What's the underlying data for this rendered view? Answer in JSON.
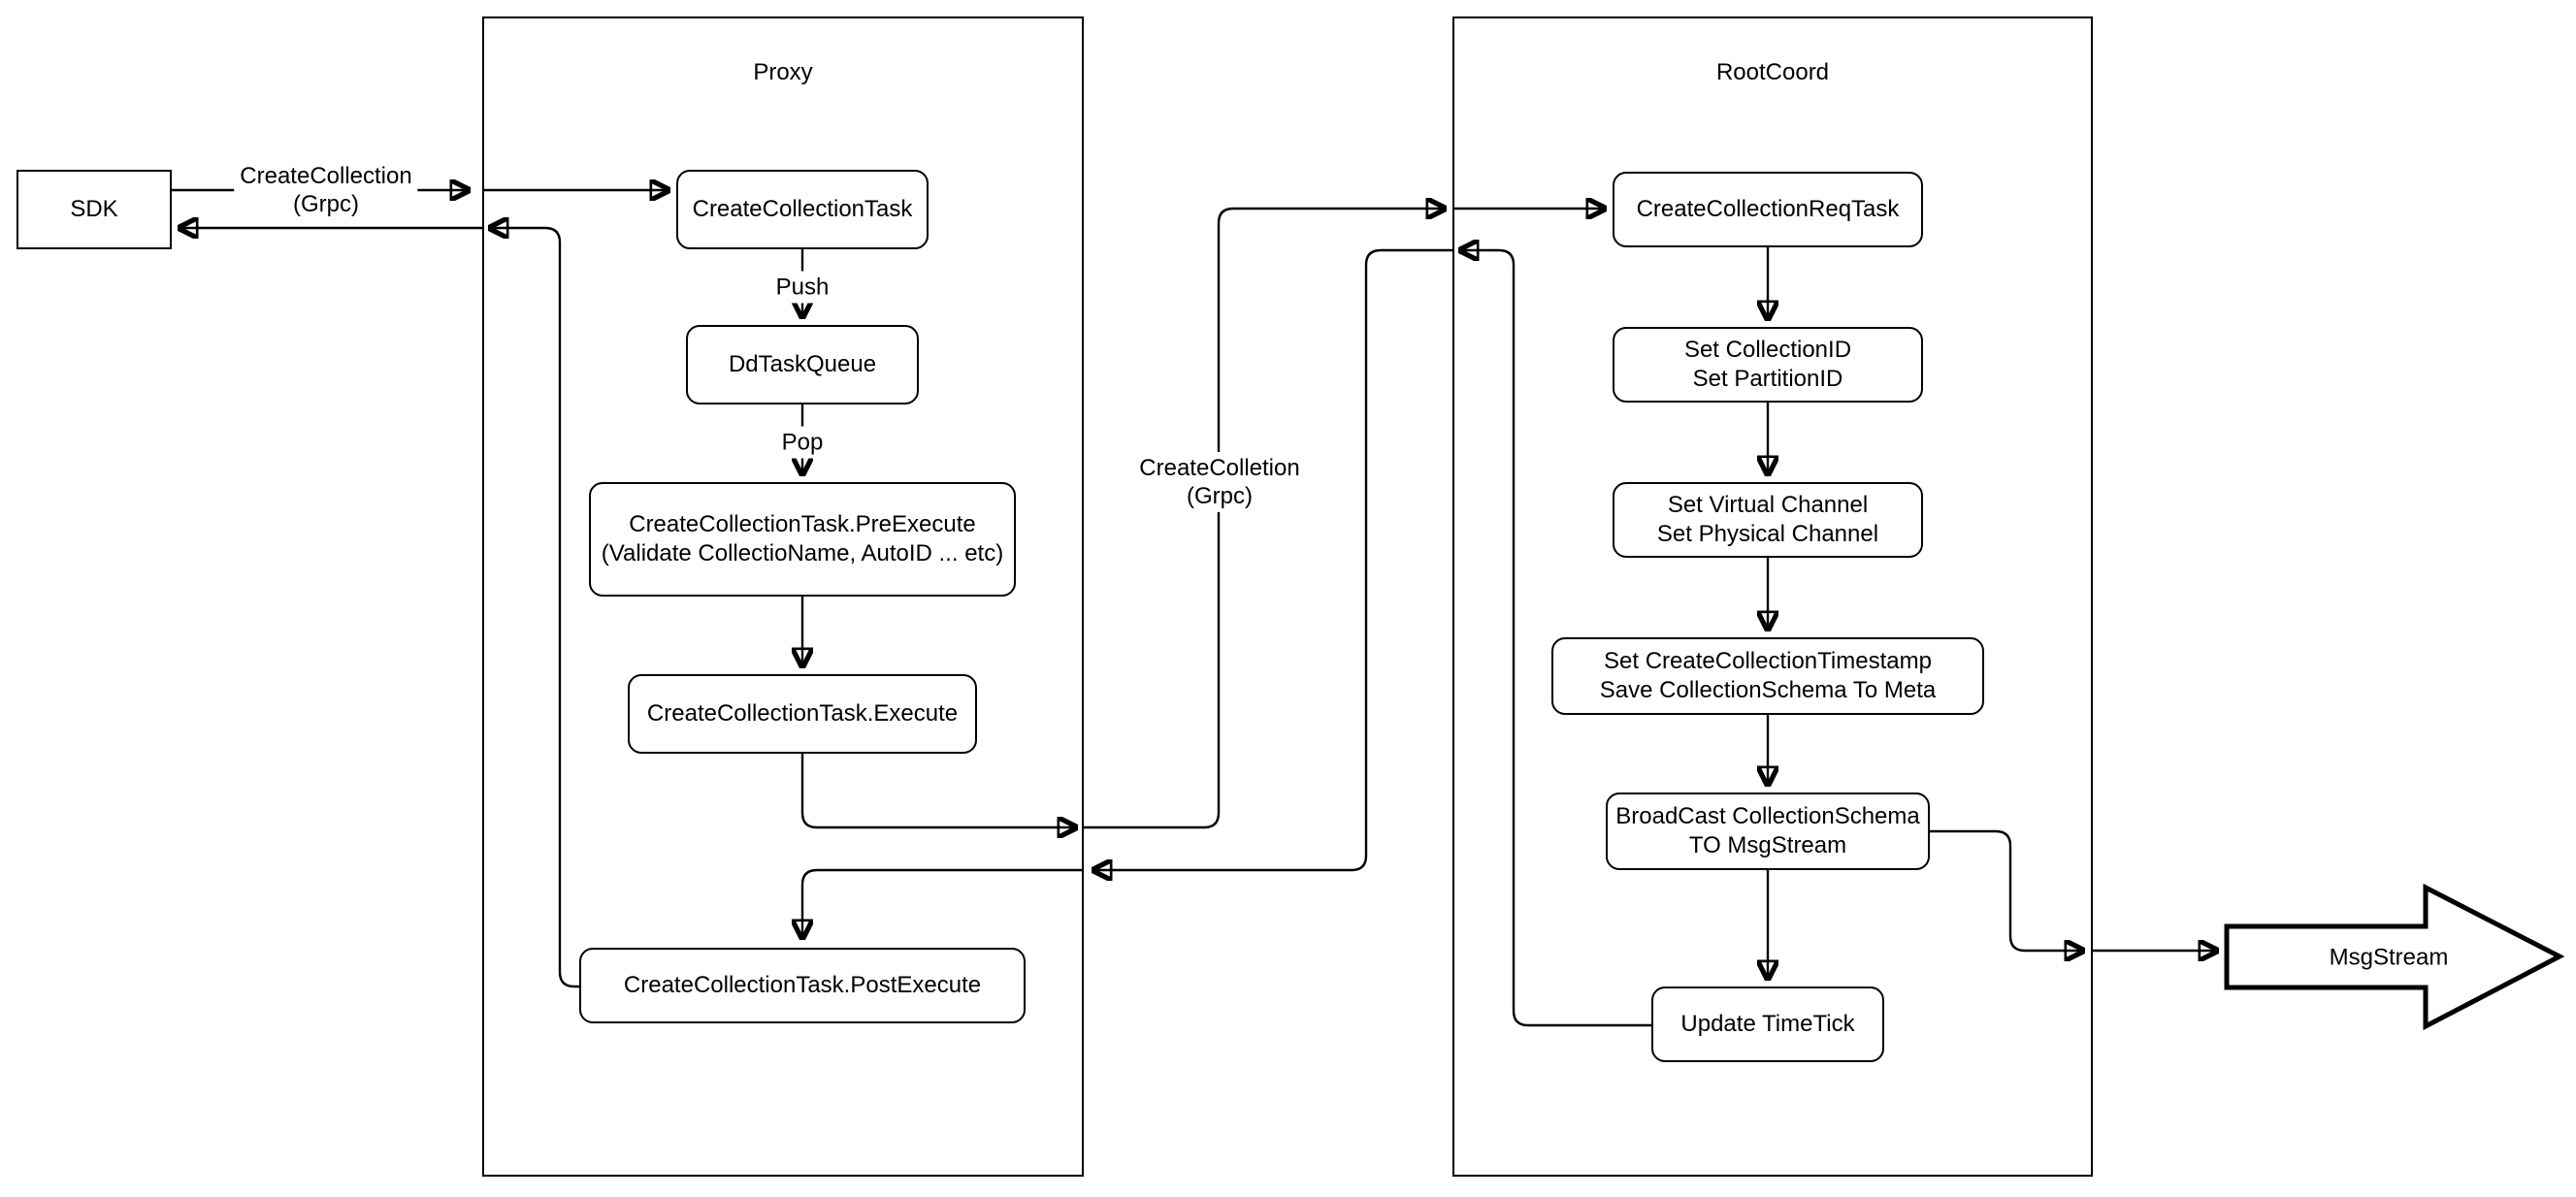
{
  "diagram": {
    "colors": {
      "stroke": "#000000",
      "node_fill": "#ffffff",
      "background": "#ffffff"
    },
    "sdk": {
      "label": "SDK"
    },
    "msgstream": {
      "label": "MsgStream"
    },
    "proxy": {
      "title": "Proxy",
      "nodes": {
        "create_collection_task": "CreateCollectionTask",
        "dd_task_queue": "DdTaskQueue",
        "pre_execute": "CreateCollectionTask.PreExecute\n(Validate CollectioName, AutoID ... etc)",
        "execute": "CreateCollectionTask.Execute",
        "post_execute": "CreateCollectionTask.PostExecute"
      }
    },
    "rootcoord": {
      "title": "RootCoord",
      "nodes": {
        "req_task": "CreateCollectionReqTask",
        "set_ids": "Set CollectionID\nSet PartitionID",
        "set_channels": "Set Virtual Channel\nSet Physical Channel",
        "set_timestamp": "Set CreateCollectionTimestamp\nSave CollectionSchema To Meta",
        "broadcast": "BroadCast CollectionSchema\nTO MsgStream",
        "update_timetick": "Update TimeTick"
      }
    },
    "edge_labels": {
      "sdk_grpc": "CreateCollection\n(Grpc)",
      "push": "Push",
      "pop": "Pop",
      "proxy_grpc": "CreateColletion\n(Grpc)"
    }
  }
}
